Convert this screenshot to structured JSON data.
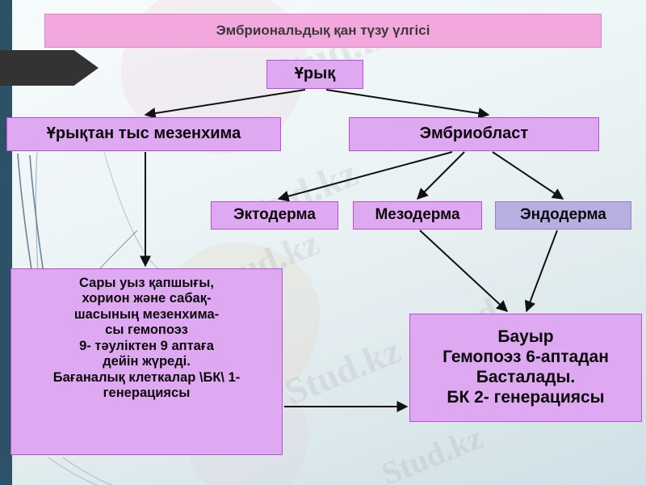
{
  "slide": {
    "title": "Эмбриональдық қан түзу үлгісі",
    "background_color": "#e6eff2",
    "accent_box_fill": "#dfa9f2",
    "accent_box_border": "#b94fd6",
    "title_fill": "#f2a8dc",
    "endoderm_fill": "#b8aee0",
    "left_bar_color": "#2d5268",
    "arrow_shape_color": "#333333"
  },
  "watermarks": [
    "Stud.kz",
    "Stud.kz",
    "Stud.kz",
    "Stud.kz - Stud",
    "Stud.kz",
    "Stud.kz"
  ],
  "nodes": {
    "urik": "Ұрық",
    "mezenkhima": "Ұрықтан тыс мезенхима",
    "embrioblast": "Эмбриобласт",
    "ektoderma": "Эктодерма",
    "mezoderma": "Мезодерма",
    "endoderma": "Эндодерма",
    "yolksac": "Сары уыз қапшығы,\nхорион және сабақ-\nшасының мезенхима-\nсы гемопоэз\n9- тәуліктен 9 аптаға\nдейін жүреді.\nБағаналық клеткалар \\БК\\ 1-\nгенерациясы",
    "bauyr": "Бауыр\nГемопоэз 6-аптадан\nБасталады.\nБК 2- генерациясы"
  },
  "edges": [
    {
      "from": "urik",
      "to": "mezenkhima"
    },
    {
      "from": "urik",
      "to": "embrioblast"
    },
    {
      "from": "embrioblast",
      "to": "ektoderma"
    },
    {
      "from": "embrioblast",
      "to": "mezoderma"
    },
    {
      "from": "embrioblast",
      "to": "endoderma"
    },
    {
      "from": "mezenkhima",
      "to": "yolksac"
    },
    {
      "from": "mezoderma",
      "to": "bauyr"
    },
    {
      "from": "endoderma",
      "to": "bauyr"
    },
    {
      "from": "yolksac",
      "to": "bauyr"
    }
  ]
}
